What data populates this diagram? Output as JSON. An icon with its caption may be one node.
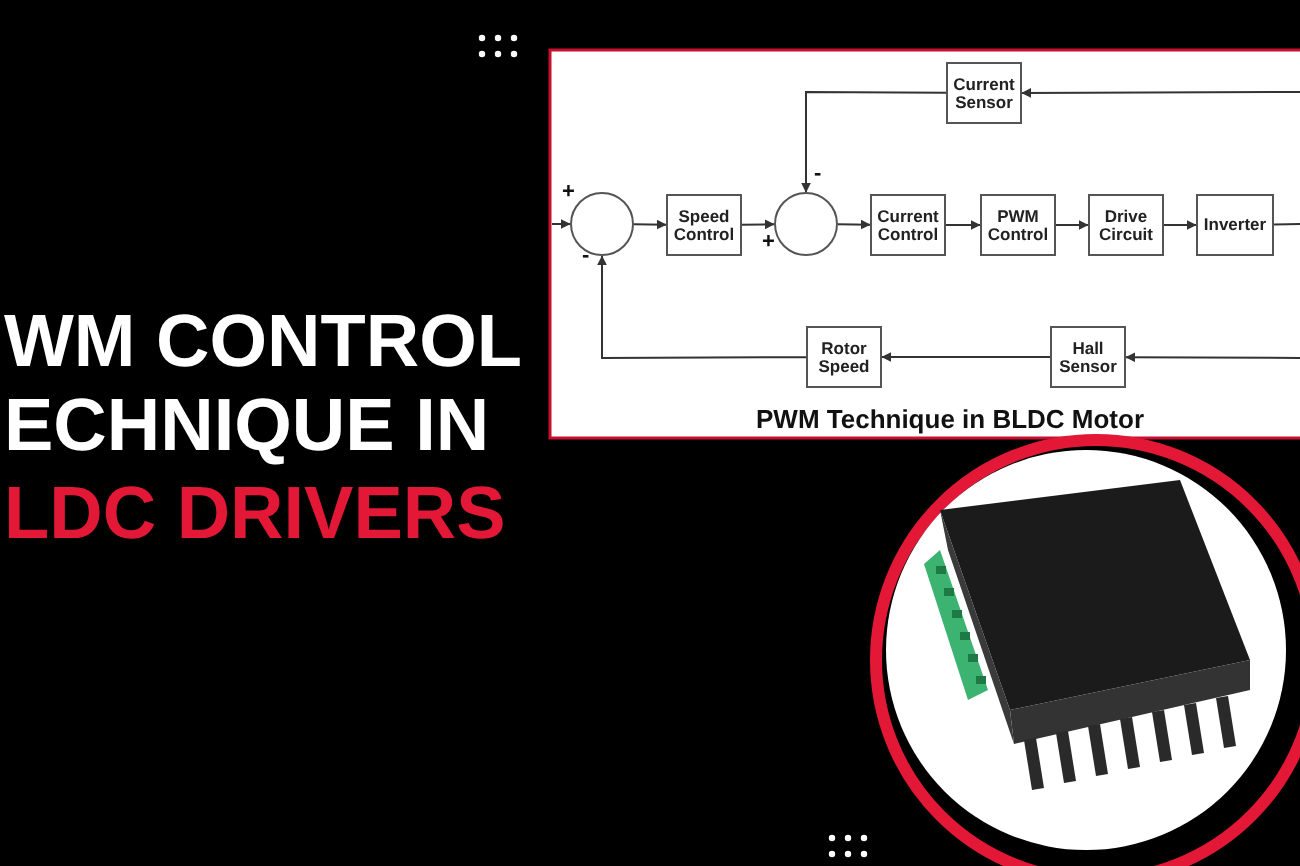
{
  "diagram": {
    "caption": "PWM Technique in BLDC Motor",
    "nodes": [
      {
        "text": [],
        "shape": "circle"
      },
      {
        "text": [
          "Speed Control"
        ]
      },
      {
        "text": [],
        "shape": "circle"
      },
      {
        "text": [
          "Current Control"
        ]
      },
      {
        "text": [
          "PWM Control"
        ]
      },
      {
        "text": [
          "Drive Circuit"
        ]
      },
      {
        "text": [
          "Inverter"
        ]
      },
      {
        "text": [
          "Current Sensor"
        ]
      },
      {
        "text": [
          "Rotor Speed"
        ]
      },
      {
        "text": [
          "Hall Sensor"
        ]
      }
    ],
    "edges": [
      {
        "from": null,
        "to": 0,
        "arrow": "to"
      },
      {
        "from": 0,
        "to": 1,
        "arrow": "to"
      },
      {
        "from": 1,
        "to": 2,
        "arrow": "to"
      },
      {
        "from": 2,
        "to": 3,
        "arrow": "to"
      },
      {
        "from": 3,
        "to": 4,
        "arrow": "to"
      },
      {
        "from": 4,
        "to": 5,
        "arrow": "to"
      },
      {
        "from": 5,
        "to": 6,
        "arrow": "to"
      },
      {
        "from": 6,
        "to": null,
        "arrow": "none"
      },
      {
        "from": null,
        "to": 7,
        "arrow": "to"
      },
      {
        "from": 7,
        "to": 2,
        "arrow": "to"
      },
      {
        "from": null,
        "to": 9,
        "arrow": "to"
      },
      {
        "from": 9,
        "to": 8,
        "arrow": "to"
      },
      {
        "from": 8,
        "to": 0,
        "arrow": "to"
      }
    ],
    "labels": [
      "WM CONTROL",
      "ECHNIQUE IN",
      "LDC DRIVERS",
      "-",
      "+",
      "+",
      "-"
    ]
  }
}
